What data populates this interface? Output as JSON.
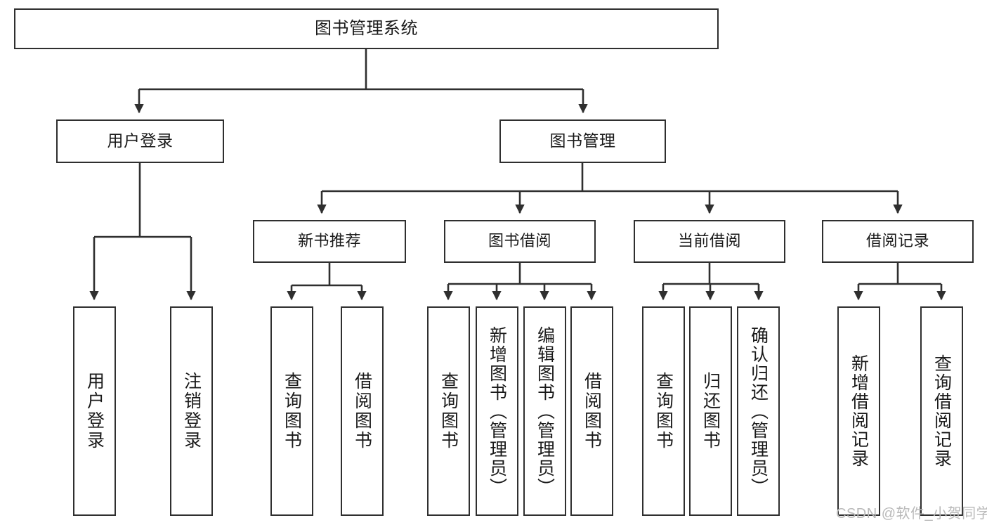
{
  "diagram": {
    "type": "hierarchy-tree",
    "title": "图书管理系统",
    "watermark": "CSDN @软件_小贺同学",
    "colors": {
      "box_border": "#2f2f2f",
      "box_fill": "#ffffff",
      "connector": "#2f2f2f",
      "text": "#1a1a1a",
      "watermark": "#b9b9b9",
      "background": "#ffffff"
    },
    "root": {
      "label": "图书管理系统"
    },
    "level1": [
      {
        "label": "用户登录"
      },
      {
        "label": "图书管理"
      }
    ],
    "level2": [
      {
        "label": "新书推荐"
      },
      {
        "label": "图书借阅"
      },
      {
        "label": "当前借阅"
      },
      {
        "label": "借阅记录"
      }
    ],
    "leaves": {
      "user_login": [
        {
          "label": "用户登录"
        },
        {
          "label": "注销登录"
        }
      ],
      "new_book_recommend": [
        {
          "label": "查询图书"
        },
        {
          "label": "借阅图书"
        }
      ],
      "book_borrow": [
        {
          "label": "查询图书"
        },
        {
          "label": "新增图书（管理员）"
        },
        {
          "label": "编辑图书（管理员）"
        },
        {
          "label": "借阅图书"
        }
      ],
      "current_borrow": [
        {
          "label": "查询图书"
        },
        {
          "label": "归还图书"
        },
        {
          "label": "确认归还（管理员）"
        }
      ],
      "borrow_record": [
        {
          "label": "新增借阅记录"
        },
        {
          "label": "查询借阅记录"
        }
      ]
    }
  }
}
